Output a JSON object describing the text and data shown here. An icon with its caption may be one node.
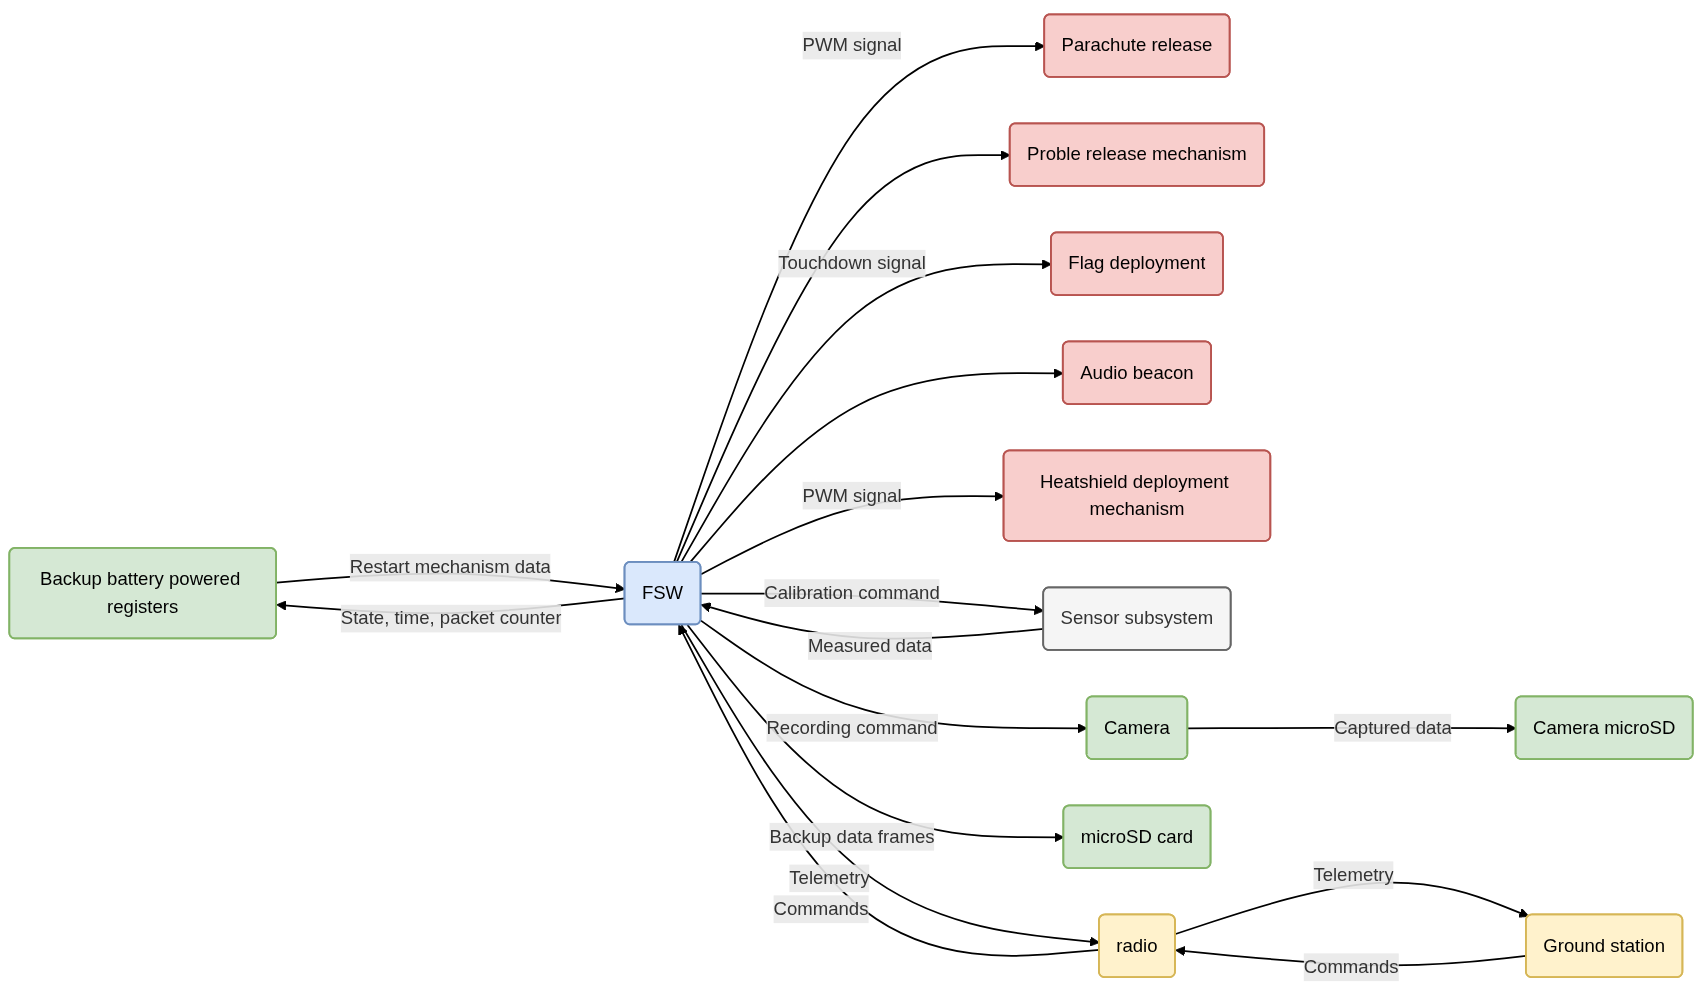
{
  "diagram": {
    "nodes": [
      {
        "text": [
          "Parachute release"
        ]
      },
      {
        "text": [
          "Proble release mechanism"
        ]
      },
      {
        "text": [
          "Flag deployment"
        ]
      },
      {
        "text": [
          "Audio beacon"
        ]
      },
      {
        "text": [
          "Heatshield deployment mechanism"
        ]
      },
      {
        "text": [
          "Backup battery powered registers"
        ]
      },
      {
        "text": [
          "Sensor subsystem"
        ]
      },
      {
        "text": [
          "FSW"
        ]
      },
      {
        "text": [
          "Camera"
        ]
      },
      {
        "text": [
          "microSD card"
        ]
      },
      {
        "text": [
          "Camera microSD"
        ]
      },
      {
        "text": [
          "Ground station"
        ]
      },
      {
        "text": [
          "radio"
        ]
      }
    ],
    "edges": [
      {
        "from": 7,
        "to": 0,
        "arrow": "to",
        "label": "PWM signal"
      },
      {
        "from": 7,
        "to": 1,
        "arrow": "to"
      },
      {
        "from": 7,
        "to": 2,
        "arrow": "to",
        "label": "Touchdown signal"
      },
      {
        "from": 7,
        "to": 3,
        "arrow": "to"
      },
      {
        "from": 7,
        "to": 4,
        "arrow": "to",
        "label": "PWM signal"
      },
      {
        "from": 7,
        "to": 5,
        "arrow": "to",
        "label": "State, time, packet counter"
      },
      {
        "from": 5,
        "to": 7,
        "arrow": "to",
        "label": "Restart mechanism data"
      },
      {
        "from": 7,
        "to": 6,
        "arrow": "to",
        "label": "Calibration command"
      },
      {
        "from": 6,
        "to": 7,
        "arrow": "to",
        "label": "Measured data"
      },
      {
        "from": 7,
        "to": 8,
        "arrow": "to",
        "label": "Recording command"
      },
      {
        "from": 7,
        "to": 9,
        "arrow": "to",
        "label": "Backup data frames"
      },
      {
        "from": 8,
        "to": 10,
        "arrow": "to",
        "label": "Captured data"
      },
      {
        "from": 12,
        "to": 7,
        "arrow": "to",
        "label": "Commands"
      },
      {
        "from": 7,
        "to": 12,
        "arrow": "to",
        "label": "Telemetry"
      },
      {
        "from": 11,
        "to": 12,
        "arrow": "to",
        "label": "Commands"
      },
      {
        "from": 12,
        "to": 11,
        "arrow": "to",
        "label": "Telemetry"
      }
    ]
  }
}
